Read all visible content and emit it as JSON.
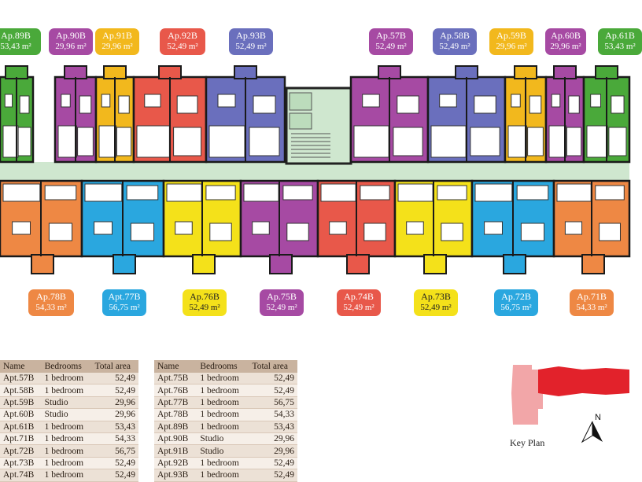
{
  "colors": {
    "green": "#4aa93a",
    "purple": "#a64aa3",
    "yellow": "#f2b81d",
    "red": "#e8584a",
    "blue": "#6a6fbd",
    "orange": "#ee8844",
    "cyan": "#2aa7df",
    "yellow2": "#f4e11a",
    "corridor": "#cfe7cf"
  },
  "top_units": [
    {
      "name": "Ap.89B",
      "area": "53,43 m²",
      "color": "green"
    },
    {
      "name": "Ap.90B",
      "area": "29,96 m²",
      "color": "purple"
    },
    {
      "name": "Ap.91B",
      "area": "29,96 m²",
      "color": "yellow"
    },
    {
      "name": "Ap.92B",
      "area": "52,49 m²",
      "color": "red"
    },
    {
      "name": "Ap.93B",
      "area": "52,49 m²",
      "color": "blue"
    },
    {
      "name": "Ap.57B",
      "area": "52,49 m²",
      "color": "purple"
    },
    {
      "name": "Ap.58B",
      "area": "52,49 m²",
      "color": "blue"
    },
    {
      "name": "Ap.59B",
      "area": "29,96 m²",
      "color": "yellow"
    },
    {
      "name": "Ap.60B",
      "area": "29,96 m²",
      "color": "purple"
    },
    {
      "name": "Ap.61B",
      "area": "53,43 m²",
      "color": "green"
    }
  ],
  "bottom_units": [
    {
      "name": "Ap.78B",
      "area": "54,33 m²",
      "color": "orange"
    },
    {
      "name": "Apt.77B",
      "area": "56,75 m²",
      "color": "cyan"
    },
    {
      "name": "Ap.76B",
      "area": "52,49 m²",
      "color": "yellow2"
    },
    {
      "name": "Ap.75B",
      "area": "52,49 m²",
      "color": "purple"
    },
    {
      "name": "Ap.74B",
      "area": "52,49 m²",
      "color": "red"
    },
    {
      "name": "Ap.73B",
      "area": "52,49 m²",
      "color": "yellow2"
    },
    {
      "name": "Ap.72B",
      "area": "56,75 m²",
      "color": "cyan"
    },
    {
      "name": "Ap.71B",
      "area": "54,33 m²",
      "color": "orange"
    }
  ],
  "table_headers": [
    "Name",
    "Bedrooms",
    "Total area"
  ],
  "table_left": [
    [
      "Apt.57B",
      "1 bedroom",
      "52,49"
    ],
    [
      "Apt.58B",
      "1 bedroom",
      "52,49"
    ],
    [
      "Apt.59B",
      "Studio",
      "29,96"
    ],
    [
      "Apt.60B",
      "Studio",
      "29,96"
    ],
    [
      "Apt.61B",
      "1 bedroom",
      "53,43"
    ],
    [
      "Apt.71B",
      "1 bedroom",
      "54,33"
    ],
    [
      "Apt.72B",
      "1 bedroom",
      "56,75"
    ],
    [
      "Apt.73B",
      "1 bedroom",
      "52,49"
    ],
    [
      "Apt.74B",
      "1 bedroom",
      "52,49"
    ]
  ],
  "table_right": [
    [
      "Apt.75B",
      "1 bedroom",
      "52,49"
    ],
    [
      "Apt.76B",
      "1 bedroom",
      "52,49"
    ],
    [
      "Apt.77B",
      "1 bedroom",
      "56,75"
    ],
    [
      "Apt.78B",
      "1 bedroom",
      "54,33"
    ],
    [
      "Apt.89B",
      "1 bedroom",
      "53,43"
    ],
    [
      "Apt.90B",
      "Studio",
      "29,96"
    ],
    [
      "Apt.91B",
      "Studio",
      "29,96"
    ],
    [
      "Apt.92B",
      "1 bedroom",
      "52,49"
    ],
    [
      "Apt.93B",
      "1 bedroom",
      "52,49"
    ]
  ],
  "key_plan": {
    "title": "Key Plan",
    "north": "N"
  }
}
